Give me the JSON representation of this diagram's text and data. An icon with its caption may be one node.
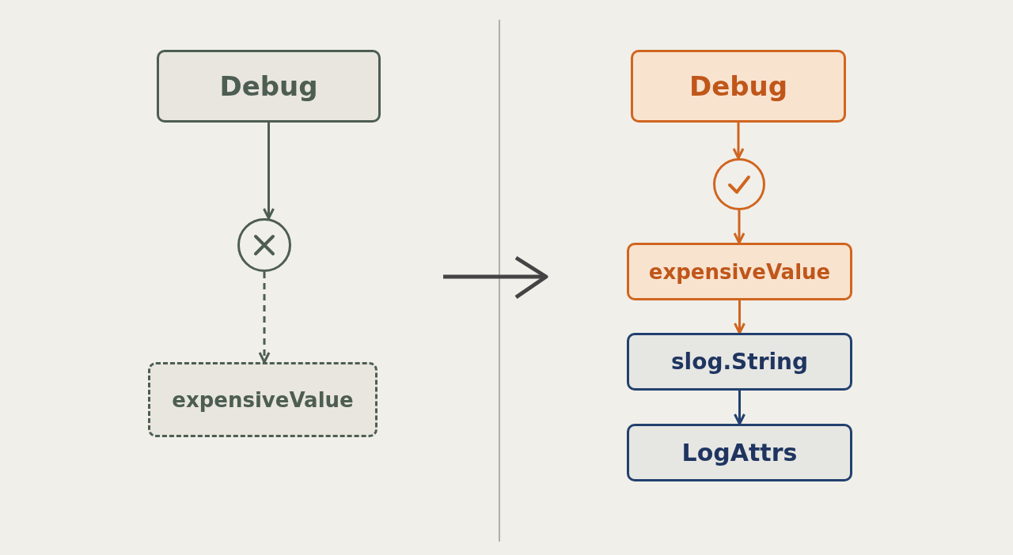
{
  "diagram": {
    "nodes": [
      {
        "text": [
          "Debug"
        ]
      },
      {
        "text": [],
        "shape": "circle"
      },
      {
        "text": [
          "expensiveValue"
        ]
      },
      {
        "text": [
          "Debug"
        ]
      },
      {
        "text": [],
        "shape": "circle"
      },
      {
        "text": [
          "expensiveValue"
        ]
      },
      {
        "text": [
          "slog.String"
        ]
      },
      {
        "text": [
          "LogAttrs"
        ]
      }
    ],
    "edges": [
      {
        "from": 0,
        "to": 1,
        "arrow": "to",
        "color": "#4d5d52"
      },
      {
        "from": 1,
        "to": 2,
        "arrow": "to",
        "style": "dashed",
        "color": "#4d5d52"
      },
      {
        "from": 3,
        "to": 4,
        "arrow": "to"
      },
      {
        "from": 4,
        "to": 5,
        "arrow": "to"
      },
      {
        "from": 5,
        "to": 6,
        "arrow": "to"
      },
      {
        "from": 6,
        "to": 7,
        "arrow": "to",
        "color": "#22406e"
      }
    ]
  }
}
